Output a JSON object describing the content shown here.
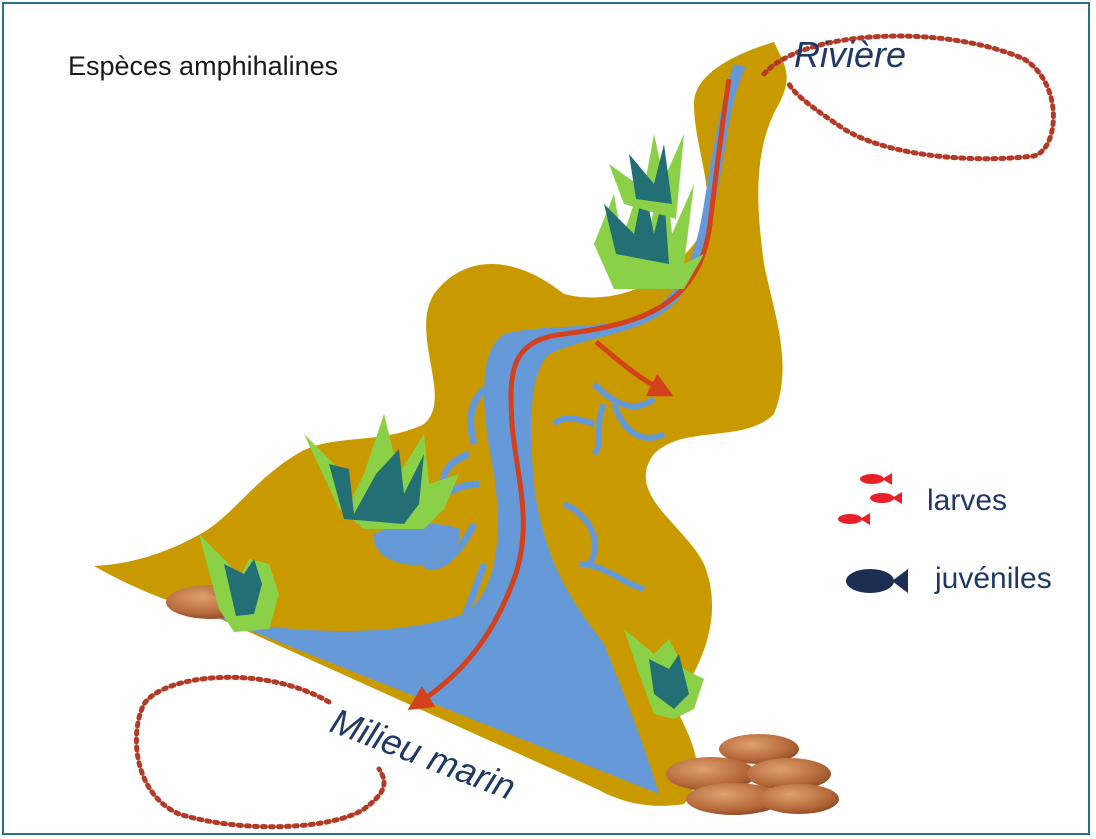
{
  "title": "Espèces amphihalines",
  "places": {
    "river": "Rivière",
    "sea": "Milieu marin"
  },
  "legend": [
    {
      "label": "larves",
      "icon": "red-fish-larvae-icon",
      "color": "#e8202a"
    },
    {
      "label": "juvéniles",
      "icon": "dark-fish-juvenile-icon",
      "color": "#1c2e52"
    }
  ],
  "colors": {
    "land": "#c99a00",
    "water": "#6699d8",
    "migration_arrow": "#d2401c",
    "loop": "#b23a26",
    "frame": "#2e6f87",
    "text": "#1f3864"
  }
}
